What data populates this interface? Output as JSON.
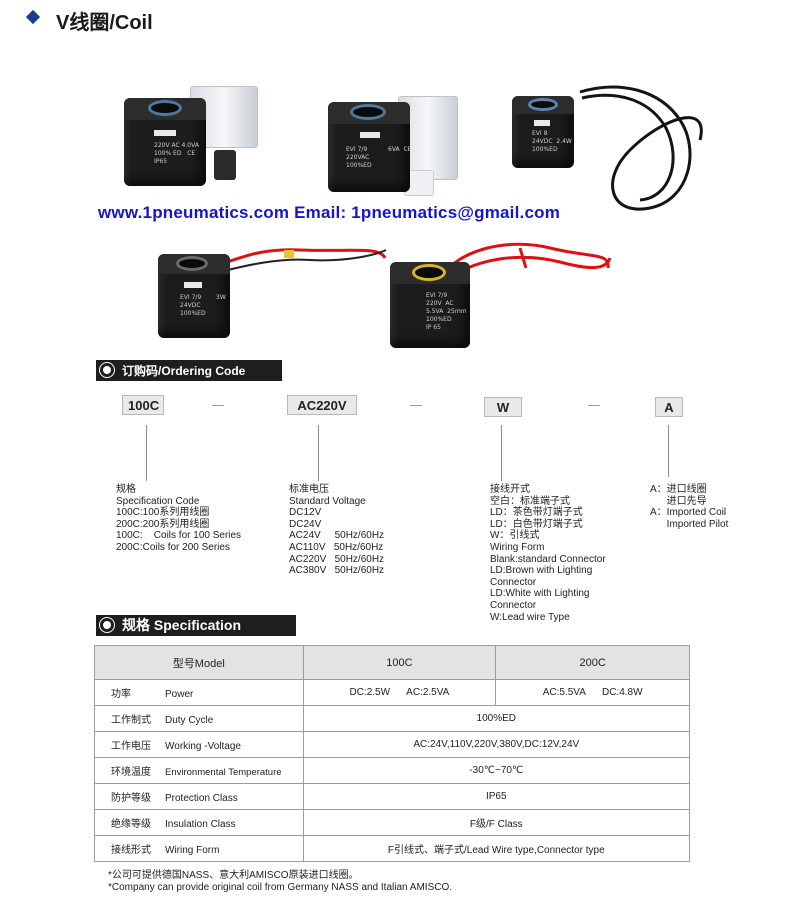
{
  "title": "V线圈/Coil",
  "watermark": "www.1pneumatics.com  Email: 1pneumatics@gmail.com",
  "products": [
    {
      "label": "220V AC 4.0VA\n100% ED   CE\nIP65"
    },
    {
      "label": "EVI 7/9\n220VAC\n100%ED",
      "side": "6VA  CE"
    },
    {
      "label": "EVI 8\n24VDC  2.4W\n100%ED"
    },
    {
      "label": "EVI 7/9\n24VDC\n100%ED",
      "side": "3W"
    },
    {
      "label": "EVI 7/9\n220V  AC\n5.5VA  25mm\n100%ED\nIP 65"
    }
  ],
  "ordering": {
    "header": "订购码/Ordering Code",
    "codes": [
      "100C",
      "AC220V",
      "W",
      "A"
    ],
    "desc": [
      "规格\nSpecification Code\n100C:100系列用线圈\n200C:200系列用线圈\n100C:    Coils for 100 Series\n200C:Coils for 200 Series",
      "标准电压\nStandard Voltage\nDC12V\nDC24V\nAC24V     50Hz/60Hz\nAC110V   50Hz/60Hz\nAC220V   50Hz/60Hz\nAC380V   50Hz/60Hz",
      "接线开式\n空白：标准端子式\nLD：茶色带灯端子式\nLD：白色带灯端子式\nW：引线式\nWiring Form\nBlank:standard Connector\nLD:Brown with Lighting\nConnector\nLD:White with Lighting\nConnector\nW:Lead wire Type",
      "A：进口线圈\n      进口先导\nA：Imported Coil\n      Imported Pilot"
    ]
  },
  "spec": {
    "header": "规格 Specification",
    "columns": [
      "型号Model",
      "100C",
      "200C"
    ],
    "rows": [
      {
        "cn": "功率",
        "en": "Power",
        "v100": "DC:2.5W      AC:2.5VA",
        "v200": "AC:5.5VA      DC:4.8W"
      },
      {
        "cn": "工作制式",
        "en": "Duty Cycle",
        "value": "100%ED"
      },
      {
        "cn": "工作电压",
        "en": "Working -Voltage",
        "value": "AC:24V,110V,220V,380V,DC:12V,24V"
      },
      {
        "cn": "环境温度",
        "en": "Environmental Temperature",
        "value": "-30℃~70℃"
      },
      {
        "cn": "防护等级",
        "en": "Protection Class",
        "value": "IP65"
      },
      {
        "cn": "绝缘等级",
        "en": "Insulation Class",
        "value": "F级/F Class"
      },
      {
        "cn": "接线形式",
        "en": "Wiring Form",
        "value": "F引线式、端子式/Lead Wire type,Connector type"
      }
    ]
  },
  "notes": [
    "*公司可提供德国NASS、意大利AMISCO原装进口线圈。",
    "*Company can provide original coil from Germany NASS and  Italian AMISCO."
  ],
  "colors": {
    "accent": "#1a3d8f",
    "watermark": "#1616c8",
    "bar": "#1e1e1e",
    "table_head": "#e3e3e3"
  }
}
